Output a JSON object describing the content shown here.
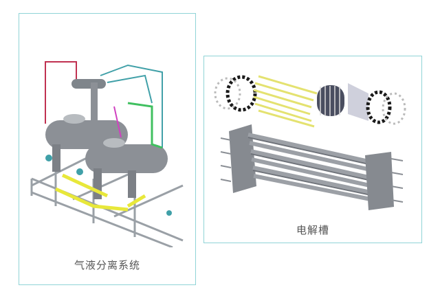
{
  "panels": [
    {
      "caption": "气液分离系统",
      "image": "gas-liquid-separation-system-rendering"
    },
    {
      "caption": "电解槽",
      "image": "electrolyzer-rendering"
    }
  ],
  "colors": {
    "frame_border": "#8fd3d6",
    "caption_text": "#555555",
    "vessel_gray": "#8c9096",
    "pipe_yellow": "#e8e83a",
    "pipe_green": "#40c060",
    "pipe_teal": "#40a0a8",
    "pipe_red": "#c03050",
    "electrode_yellow": "#e4e270",
    "ring_dark": "#1a1a1a"
  }
}
